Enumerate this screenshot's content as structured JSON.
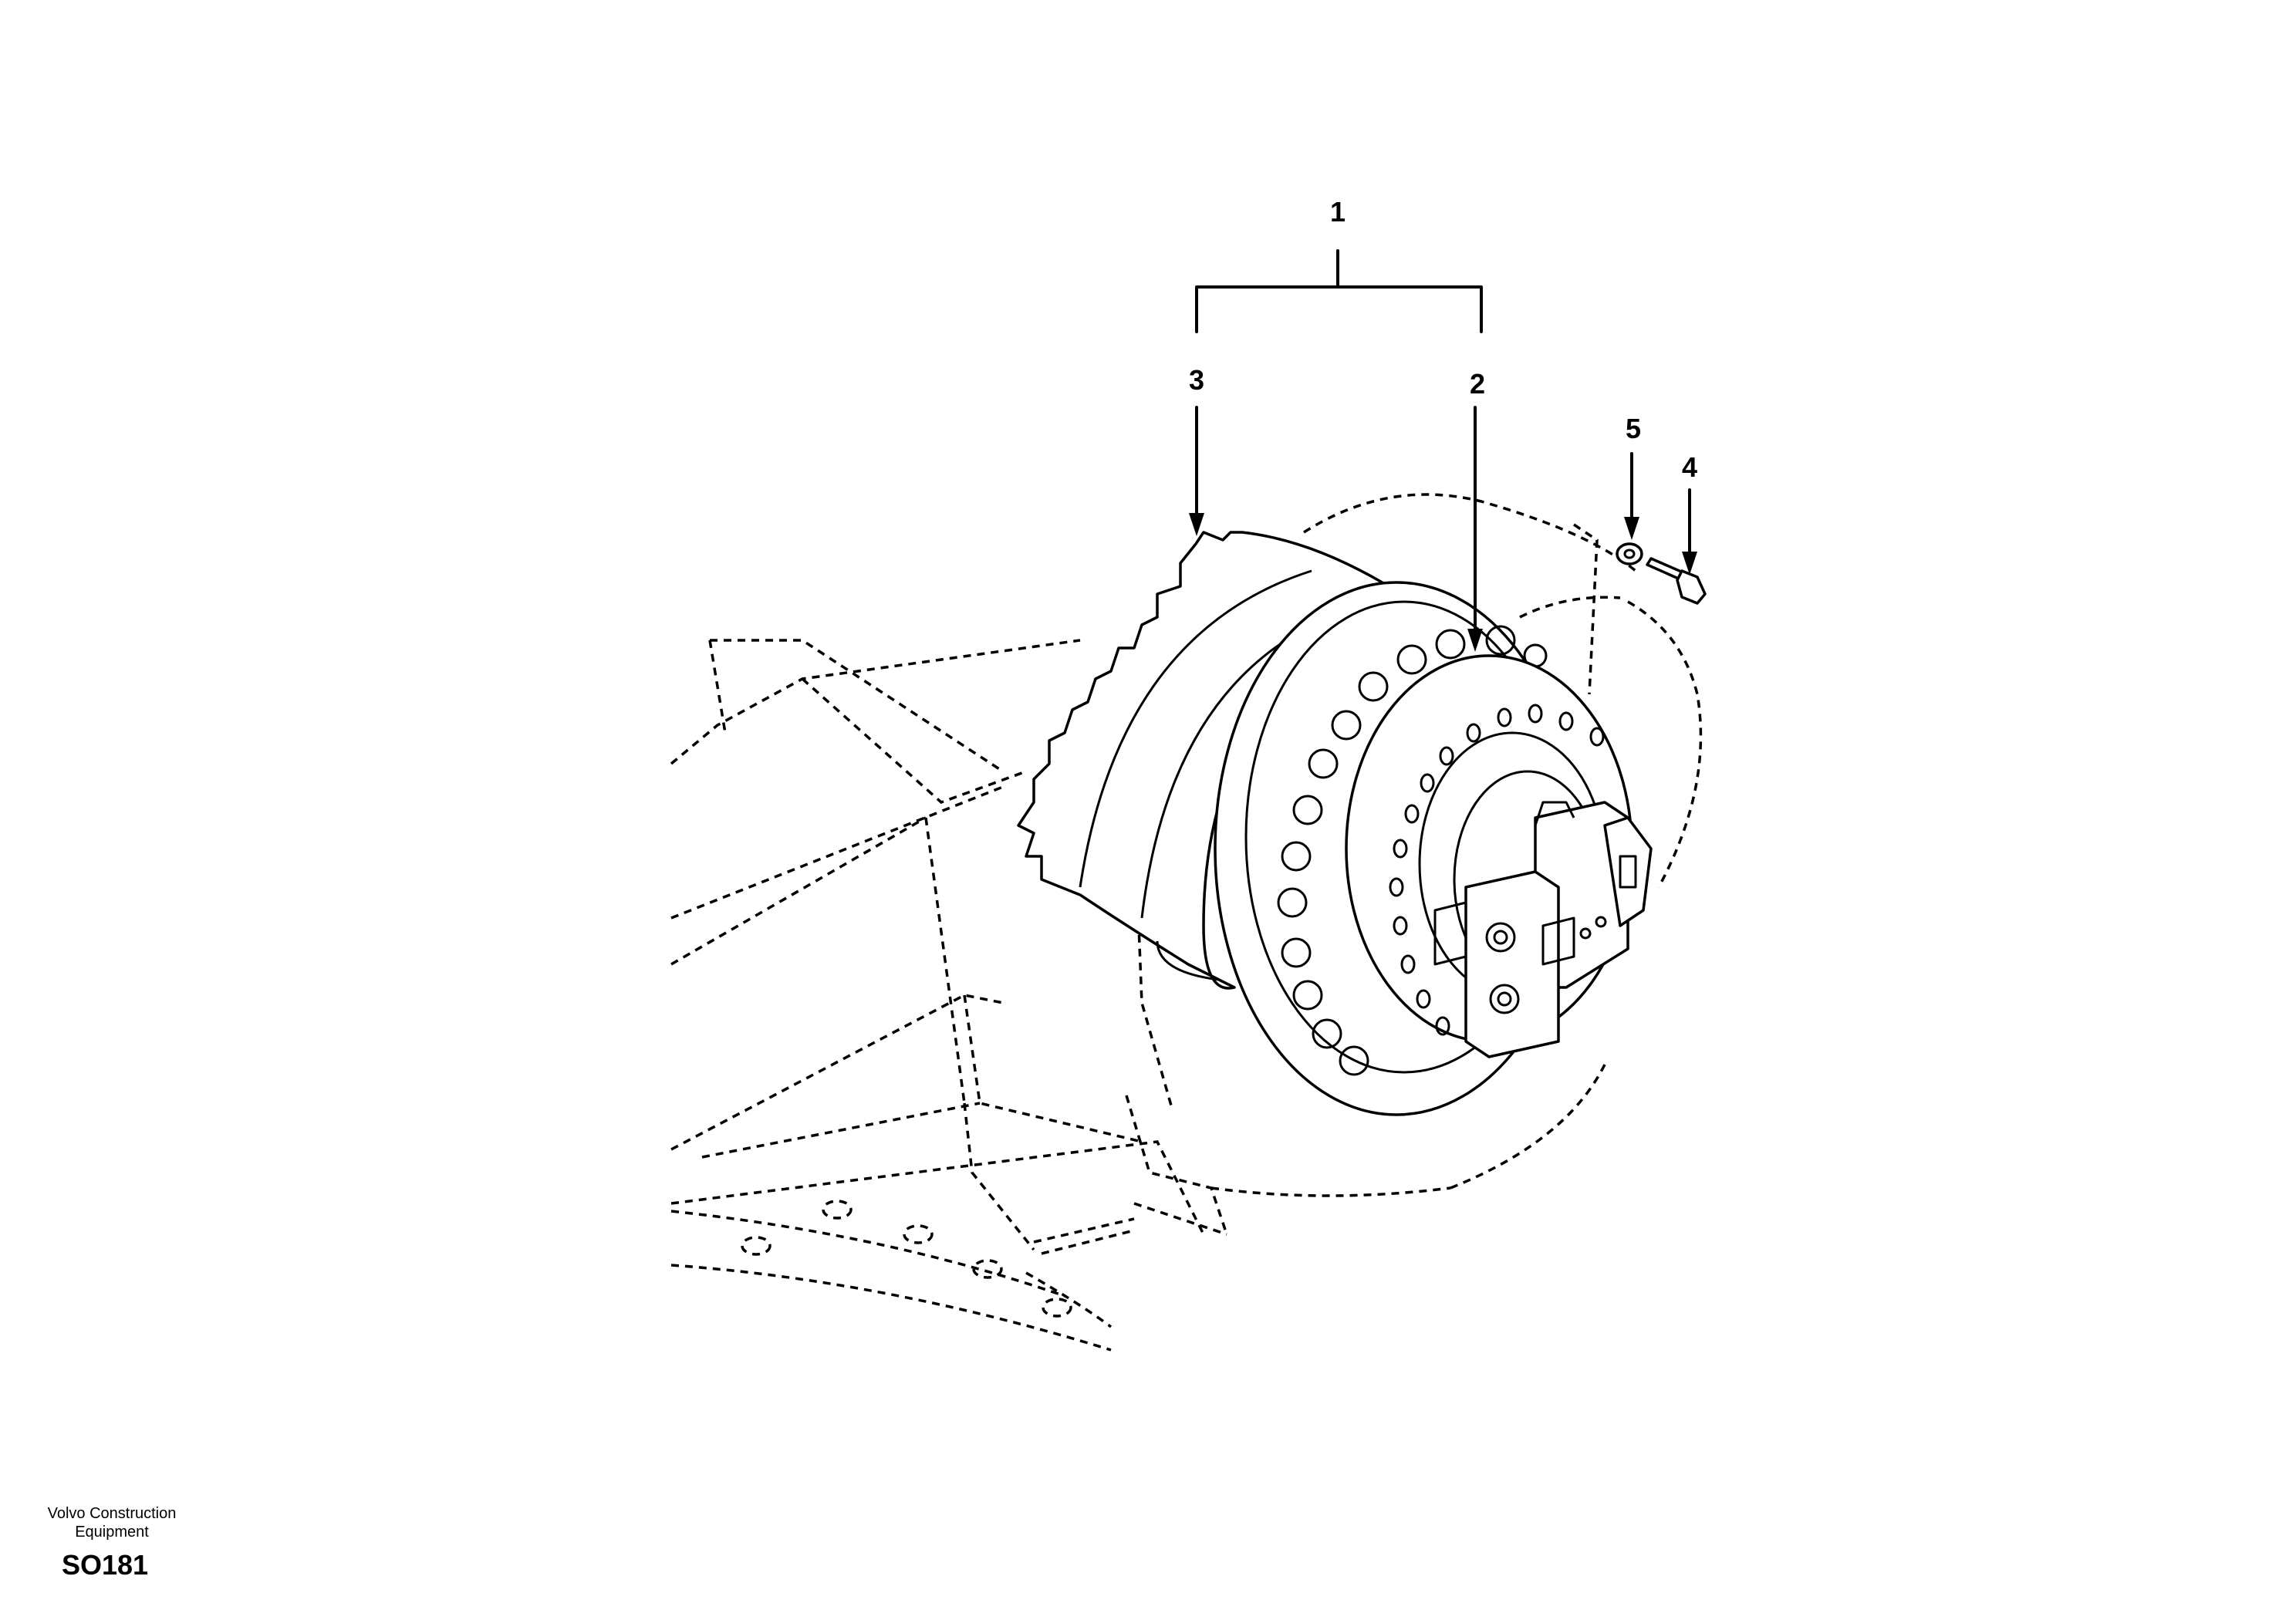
{
  "callouts": [
    {
      "id": "c1",
      "text": "1"
    },
    {
      "id": "c2",
      "text": "2"
    },
    {
      "id": "c3",
      "text": "3"
    },
    {
      "id": "c4",
      "text": "4"
    },
    {
      "id": "c5",
      "text": "5"
    }
  ],
  "footer": {
    "brand": "Volvo Construction Equipment",
    "drawing_code": "SO181"
  }
}
